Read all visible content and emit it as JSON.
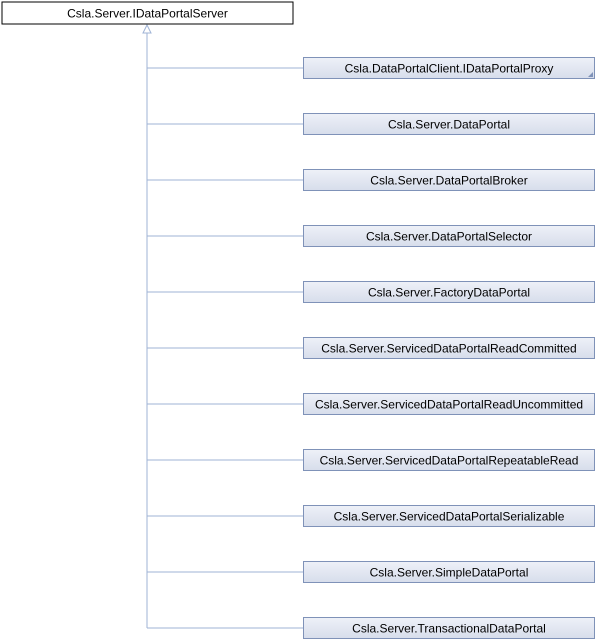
{
  "root": {
    "label": "Csla.Server.IDataPortalServer"
  },
  "children": [
    {
      "label": "Csla.DataPortalClient.IDataPortalProxy",
      "has_more_marker": true
    },
    {
      "label": "Csla.Server.DataPortal"
    },
    {
      "label": "Csla.Server.DataPortalBroker"
    },
    {
      "label": "Csla.Server.DataPortalSelector"
    },
    {
      "label": "Csla.Server.FactoryDataPortal"
    },
    {
      "label": "Csla.Server.ServicedDataPortalReadCommitted"
    },
    {
      "label": "Csla.Server.ServicedDataPortalReadUncommitted"
    },
    {
      "label": "Csla.Server.ServicedDataPortalRepeatableRead"
    },
    {
      "label": "Csla.Server.ServicedDataPortalSerializable"
    },
    {
      "label": "Csla.Server.SimpleDataPortal"
    },
    {
      "label": "Csla.Server.TransactionalDataPortal"
    }
  ],
  "colors": {
    "root_fill": "#ffffff",
    "root_stroke": "#000000",
    "child_fill": "#dde3f0",
    "child_stroke": "#7f92b8",
    "edge": "#9fb3d6"
  }
}
